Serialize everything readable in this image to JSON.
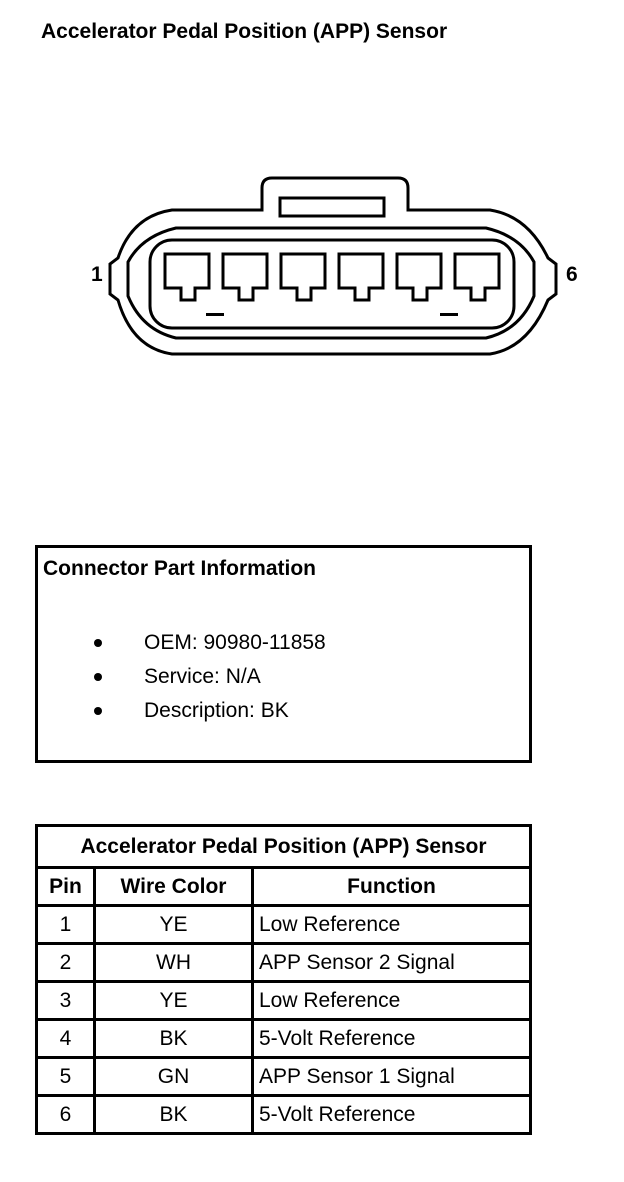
{
  "diagram_title": "Accelerator Pedal Position (APP) Sensor",
  "connector": {
    "pin_left_label": "1",
    "pin_right_label": "6",
    "cavity_count": 6
  },
  "part_info": {
    "title": "Connector Part Information",
    "items": [
      "OEM: 90980-11858",
      "Service: N/A",
      "Description: BK"
    ]
  },
  "pin_table": {
    "title": "Accelerator Pedal Position (APP) Sensor",
    "headers": [
      "Pin",
      "Wire Color",
      "Function"
    ],
    "rows": [
      {
        "pin": "1",
        "color": "YE",
        "function": "Low Reference"
      },
      {
        "pin": "2",
        "color": "WH",
        "function": "APP Sensor 2 Signal"
      },
      {
        "pin": "3",
        "color": "YE",
        "function": "Low Reference"
      },
      {
        "pin": "4",
        "color": "BK",
        "function": "5-Volt Reference"
      },
      {
        "pin": "5",
        "color": "GN",
        "function": "APP Sensor 1 Signal"
      },
      {
        "pin": "6",
        "color": "BK",
        "function": "5-Volt Reference"
      }
    ]
  }
}
